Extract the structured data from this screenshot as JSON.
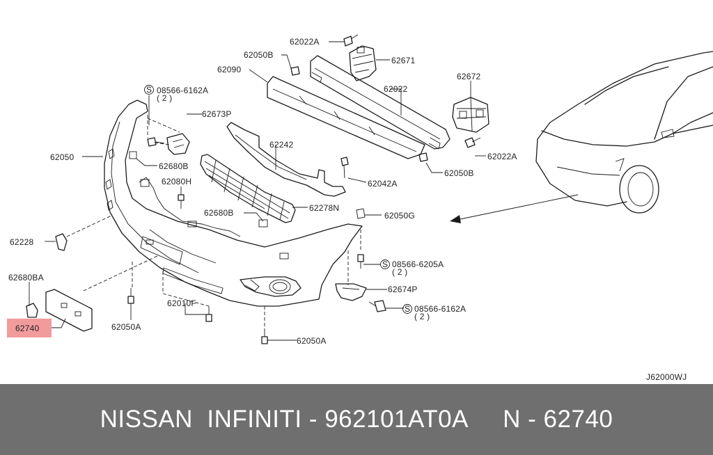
{
  "diagram": {
    "labels": {
      "l62022A_top": "62022A",
      "l62050B_top": "62050B",
      "l62671": "62671",
      "l62090": "62090",
      "l62672": "62672",
      "l08566_6162A_top": "08566-6162A",
      "l08566_6162A_top_qty": "( 2 )",
      "l62022": "62022",
      "l62673P": "62673P",
      "l62050": "62050",
      "l62242": "62242",
      "l62022A_right": "62022A",
      "l62680B_top": "62680B",
      "l62050B_right": "62050B",
      "l62080H": "62080H",
      "l62042A": "62042A",
      "l62278N": "62278N",
      "l62680B_mid": "62680B",
      "l62050G": "62050G",
      "l62228": "62228",
      "l08566_6205A": "08566-6205A",
      "l08566_6205A_qty": "( 2 )",
      "l62680BA": "62680BA",
      "l62674P": "62674P",
      "l62010F": "62010F",
      "l08566_6162A_bot": "08566-6162A",
      "l08566_6162A_bot_qty": "( 2 )",
      "l62740": "62740",
      "l62050A_left": "62050A",
      "l62050A_bottom": "62050A",
      "diagram_code": "J62000WJ"
    },
    "highlight_color": "#f08a8c"
  },
  "footer": {
    "text": "NISSAN  INFINITI - 962101AT0A     N - 62740",
    "background": "#6f6f6f"
  }
}
